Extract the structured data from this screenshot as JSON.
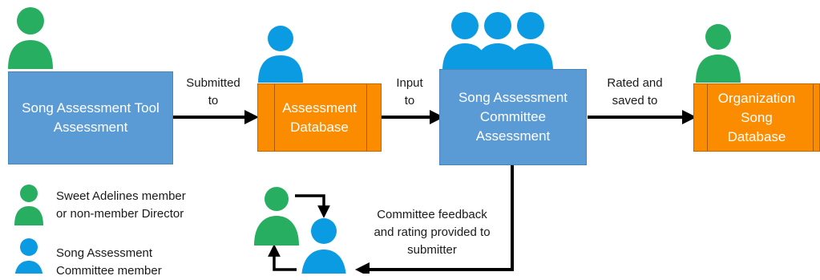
{
  "boxes": {
    "tool": {
      "line1": "Song Assessment Tool",
      "line2": "Assessment"
    },
    "assessment_db": {
      "line1": "Assessment",
      "line2": "Database"
    },
    "committee": {
      "line1": "Song Assessment",
      "line2": "Committee",
      "line3": "Assessment"
    },
    "org_db": {
      "line1": "Organization",
      "line2": "Song",
      "line3": "Database"
    }
  },
  "arrow_labels": {
    "submitted": {
      "line1": "Submitted",
      "line2": "to"
    },
    "input": {
      "line1": "Input",
      "line2": "to"
    },
    "rated": {
      "line1": "Rated and",
      "line2": "saved to"
    },
    "feedback": {
      "line1": "Committee feedback",
      "line2": "and rating provided to",
      "line3": "submitter"
    }
  },
  "legend": {
    "green": {
      "line1": "Sweet Adelines member",
      "line2": "or non-member Director"
    },
    "blue": {
      "line1": "Song Assessment",
      "line2": "Committee member"
    }
  },
  "colors": {
    "green_person": "#27ae60",
    "blue_person": "#0b9be3",
    "process_box": "#5b9bd5",
    "database_box": "#fb8c00",
    "arrow": "#000000"
  }
}
